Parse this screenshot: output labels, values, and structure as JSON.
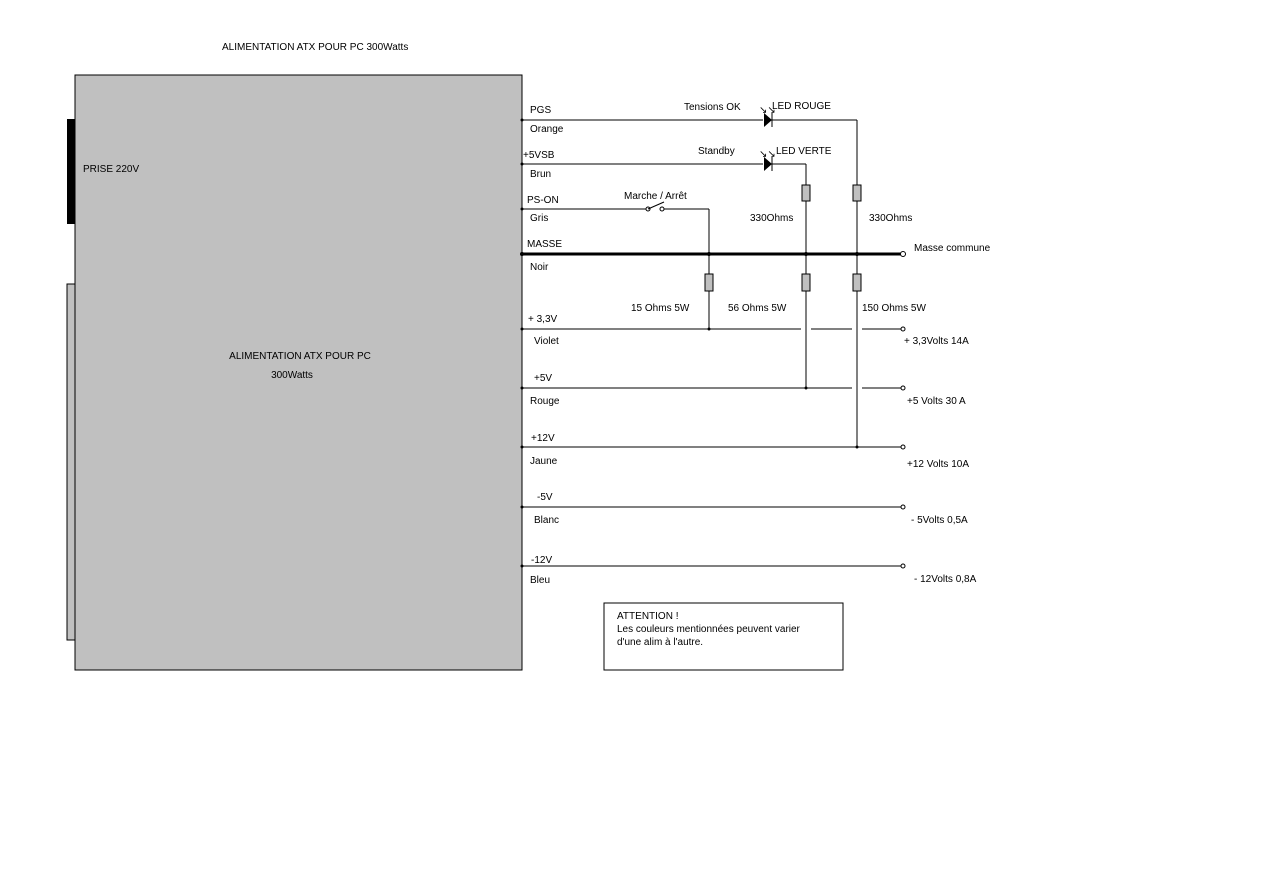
{
  "title": "ALIMENTATION ATX POUR PC   300Watts",
  "psu": {
    "label_line1": "ALIMENTATION ATX POUR PC",
    "label_line2": "300Watts",
    "fill": "#c0c0c0"
  },
  "plug": {
    "label": "PRISE 220V"
  },
  "rails": {
    "pgs": {
      "name": "PGS",
      "color": "Orange"
    },
    "vsb": {
      "name": "+5VSB",
      "color": "Brun"
    },
    "pson": {
      "name": "PS-ON",
      "color": "Gris"
    },
    "masse": {
      "name": "MASSE",
      "color": "Noir",
      "output": "Masse commune"
    },
    "v33": {
      "name": "+ 3,3V",
      "color": "Violet",
      "output": "+ 3,3Volts 14A"
    },
    "v5": {
      "name": "+5V",
      "color": "Rouge",
      "output": "+5 Volts 30 A"
    },
    "v12": {
      "name": "+12V",
      "color": "Jaune",
      "output": "+12 Volts 10A"
    },
    "vm5": {
      "name": "-5V",
      "color": "Blanc",
      "output": "- 5Volts 0,5A"
    },
    "vm12": {
      "name": "-12V",
      "color": "Bleu",
      "output": "- 12Volts  0,8A"
    }
  },
  "components": {
    "led_red_caption": "Tensions OK",
    "led_red_label": "LED ROUGE",
    "led_green_caption": "Standby",
    "led_green_label": "LED VERTE",
    "switch_label": "Marche / Arrêt",
    "res_led1": "330Ohms",
    "res_led2": "330Ohms",
    "res_load1": "15 Ohms  5W",
    "res_load2": "56  Ohms  5W",
    "res_load3": "150 Ohms  5W"
  },
  "note": {
    "line1": "ATTENTION !",
    "line2": "Les couleurs mentionnées peuvent varier",
    "line3": "d'une alim à l'autre."
  },
  "icons": {
    "led": "diode-led-icon",
    "resistor": "resistor-icon",
    "switch": "switch-icon"
  }
}
